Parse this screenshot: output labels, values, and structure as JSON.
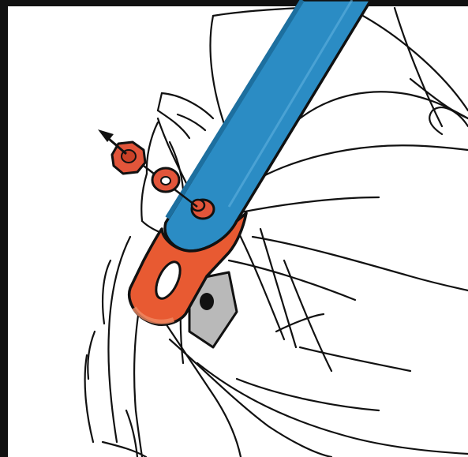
{
  "illustration": {
    "subject": "strap-bracket-assembly",
    "colors": {
      "strap": "#2b8cc4",
      "strap_dark": "#1d6f9f",
      "bracket": "#e85a32",
      "bracket_light": "#f08a63",
      "hardware": "#e2553a",
      "plate": "#b9b9b9",
      "line": "#111111",
      "background": "#ffffff"
    },
    "parts": [
      "strap",
      "bracket",
      "bolt",
      "washer",
      "nut",
      "mounting-plate",
      "direction-arrow"
    ]
  }
}
